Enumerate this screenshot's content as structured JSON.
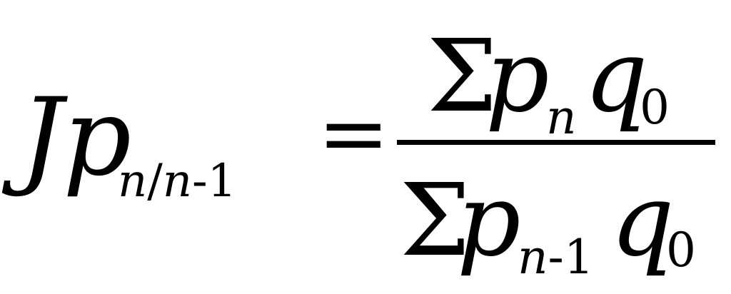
{
  "formula": {
    "lhs": {
      "main": "Jp",
      "sub_n": "n",
      "sub_slash": "/",
      "sub_n2": "n",
      "sub_minus_one": "-1"
    },
    "equals": "=",
    "numerator": {
      "sigma": "Σ",
      "p": "p",
      "p_sub": "n",
      "q": "q",
      "q_sub": "0"
    },
    "denominator": {
      "sigma": "Σ",
      "p": "p",
      "p_sub_n": "n",
      "p_sub_rest": "-1",
      "q": "q",
      "q_sub": "0"
    }
  }
}
